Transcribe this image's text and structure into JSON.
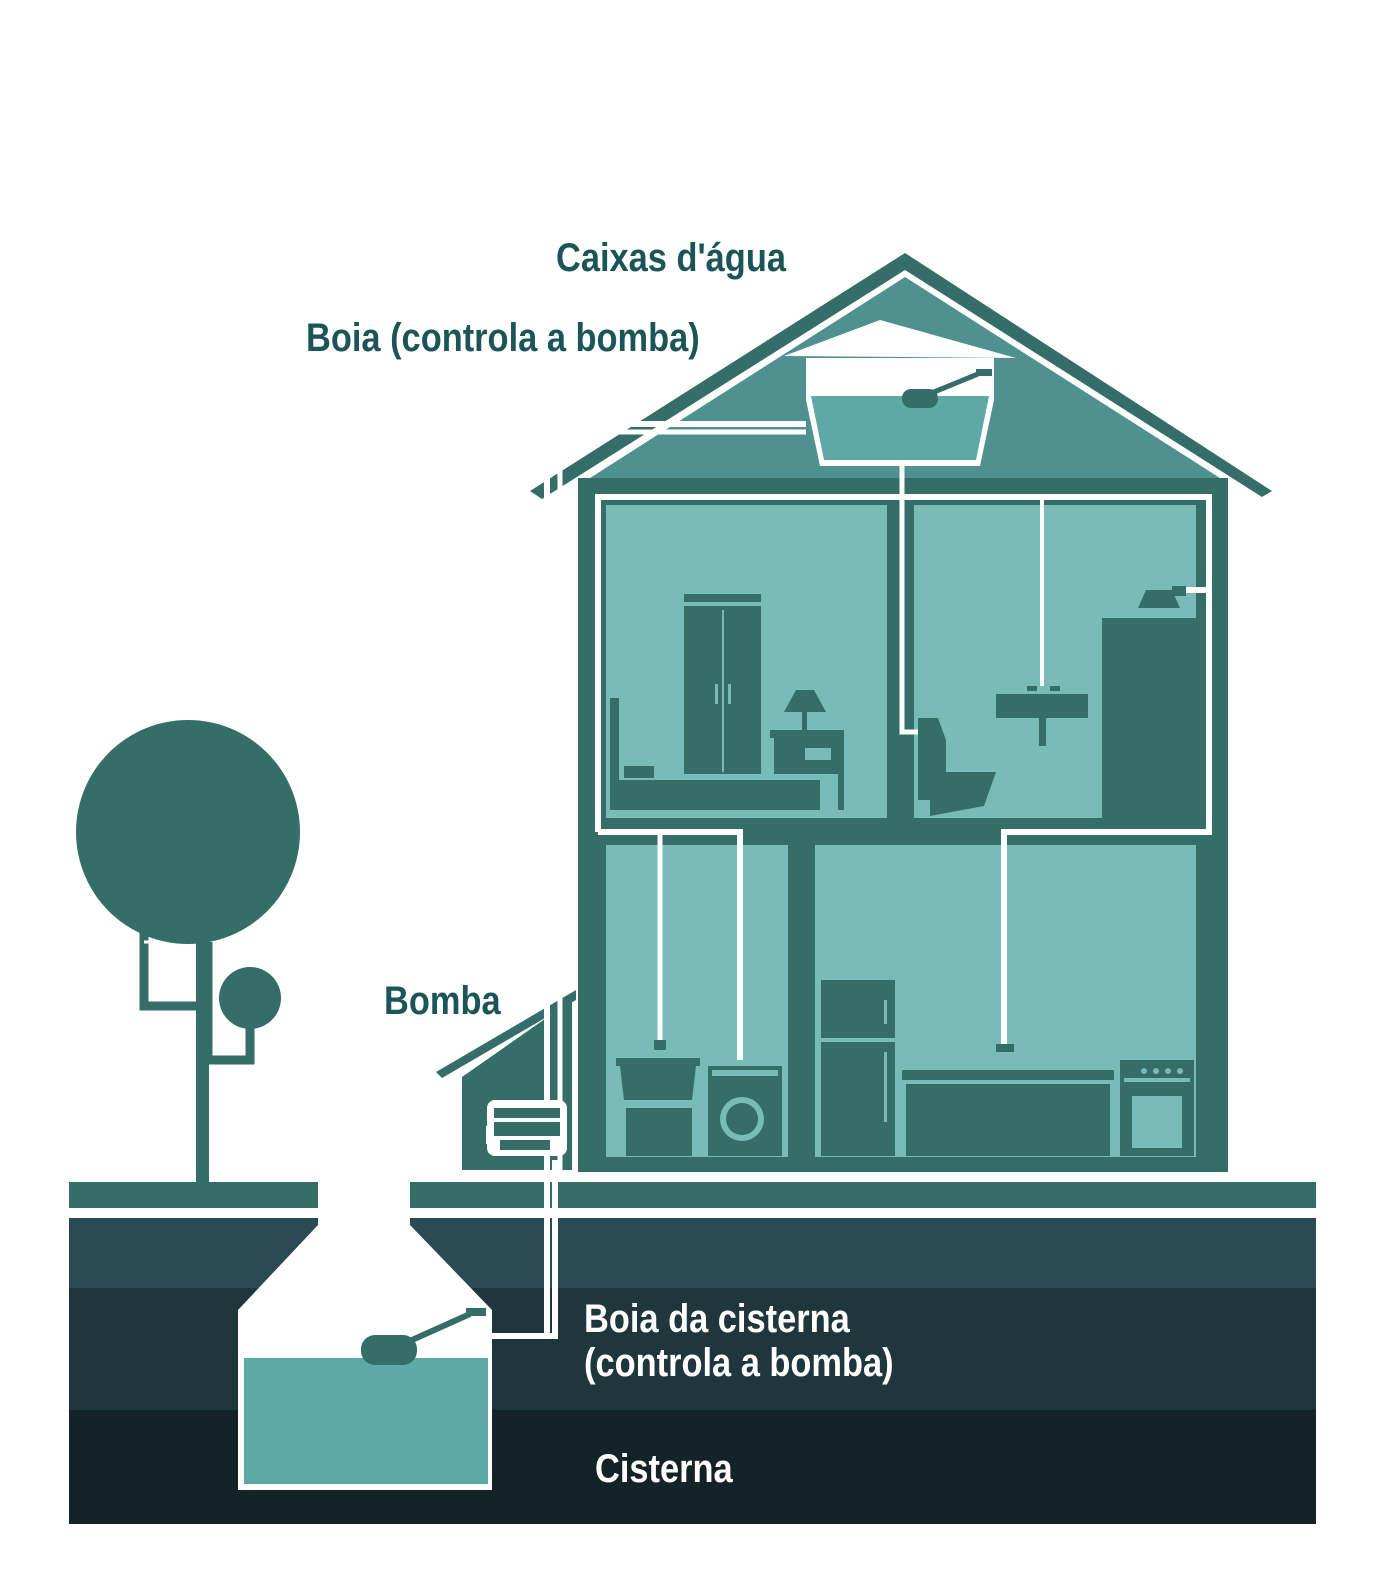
{
  "labels": {
    "caixas": "Caixas d'água",
    "boia_caixa": "Boia (controla a bomba)",
    "bomba": "Bomba",
    "boia_cisterna_1": "Boia da cisterna",
    "boia_cisterna_2": "(controla a bomba)",
    "cisterna": "Cisterna"
  },
  "colors": {
    "house": "#356d68",
    "room": "#79bcb7",
    "roof": "#4e918e",
    "water": "#5da9a6",
    "pipe": "#ffffff",
    "ground1": "#2a4b53",
    "ground2": "#1f363d",
    "ground3": "#132327",
    "text_dark": "#1c5557",
    "text_light": "#ffffff"
  }
}
